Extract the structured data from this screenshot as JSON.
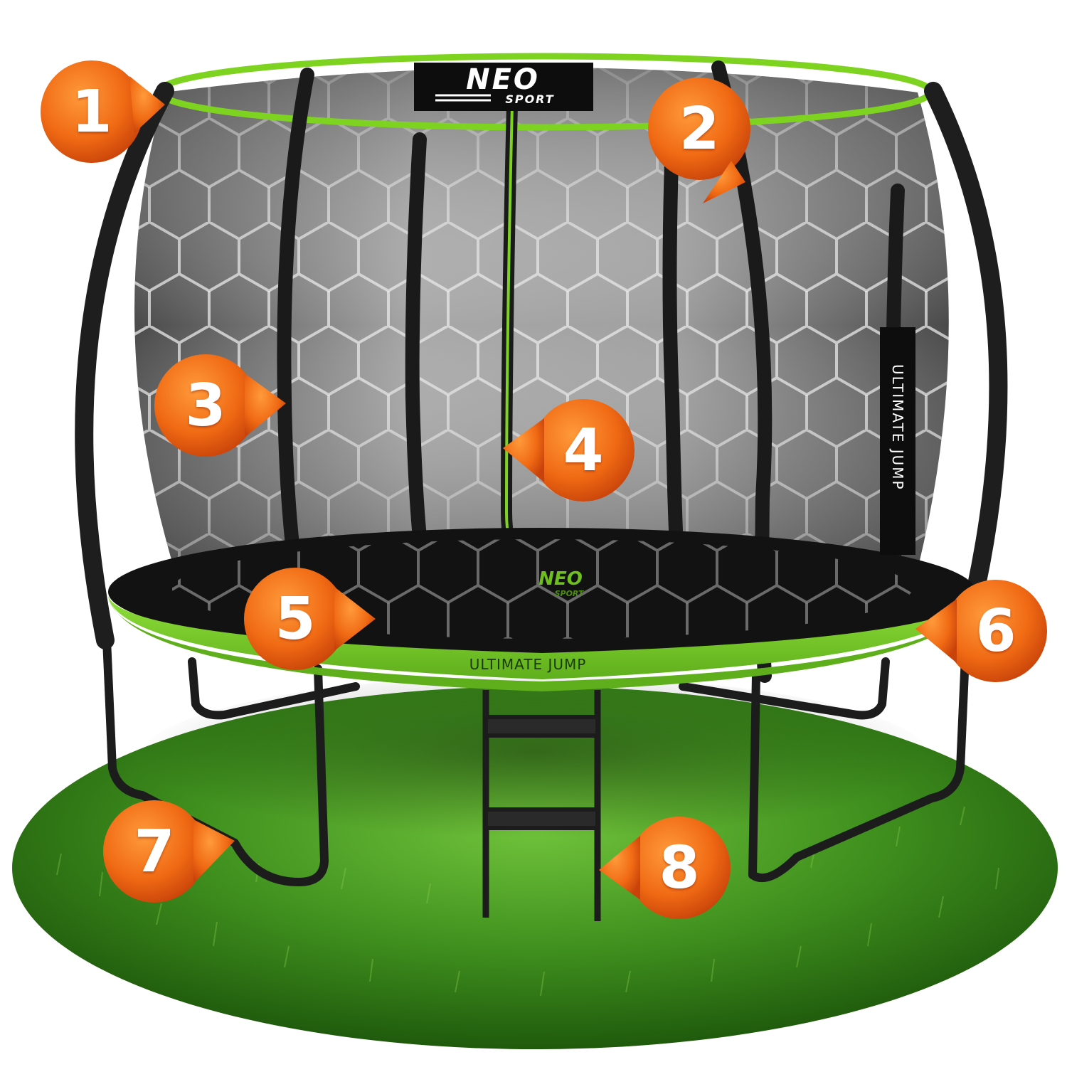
{
  "image": {
    "brand_top": "NEO",
    "brand_bottom": "SPORT",
    "pad_text": "ULTIMATE JUMP",
    "side_banner_text": "ULTIMATE JUMP",
    "mat_logo_top": "NEO",
    "mat_logo_bottom": "SPORT",
    "callouts": [
      {
        "label": "1",
        "pointer": "down-right"
      },
      {
        "label": "2",
        "pointer": "down-right"
      },
      {
        "label": "3",
        "pointer": "right"
      },
      {
        "label": "4",
        "pointer": "left"
      },
      {
        "label": "5",
        "pointer": "right"
      },
      {
        "label": "6",
        "pointer": "left"
      },
      {
        "label": "7",
        "pointer": "right"
      },
      {
        "label": "8",
        "pointer": "left"
      }
    ]
  },
  "colors": {
    "accent_green": "#7ed321",
    "frame_black": "#1c1c1c",
    "net_grey": "#8f8f8f",
    "callout_orange": "#f06a14",
    "grass_green": "#3f8f1e"
  }
}
